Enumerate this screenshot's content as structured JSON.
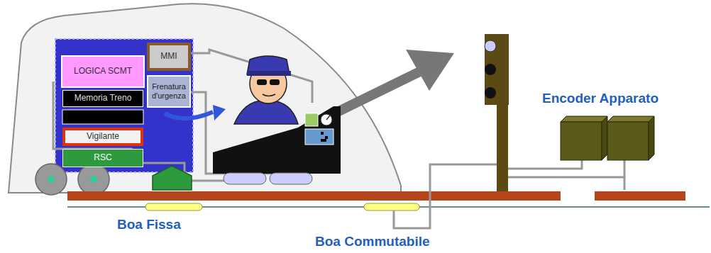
{
  "diagram": {
    "nodes": [
      {
        "text": [
          "LOGICA SCMT"
        ]
      },
      {
        "text": [
          "Memoria Treno"
        ]
      },
      {
        "text": [
          "Vigilante"
        ]
      },
      {
        "text": [
          "RSC"
        ]
      },
      {
        "text": [
          "MMI"
        ]
      },
      {
        "text": [
          "Frenatura d'urgenza"
        ]
      }
    ],
    "labels": [
      "Encoder Apparato",
      "Boa Fissa",
      "Boa Commutabile"
    ]
  }
}
